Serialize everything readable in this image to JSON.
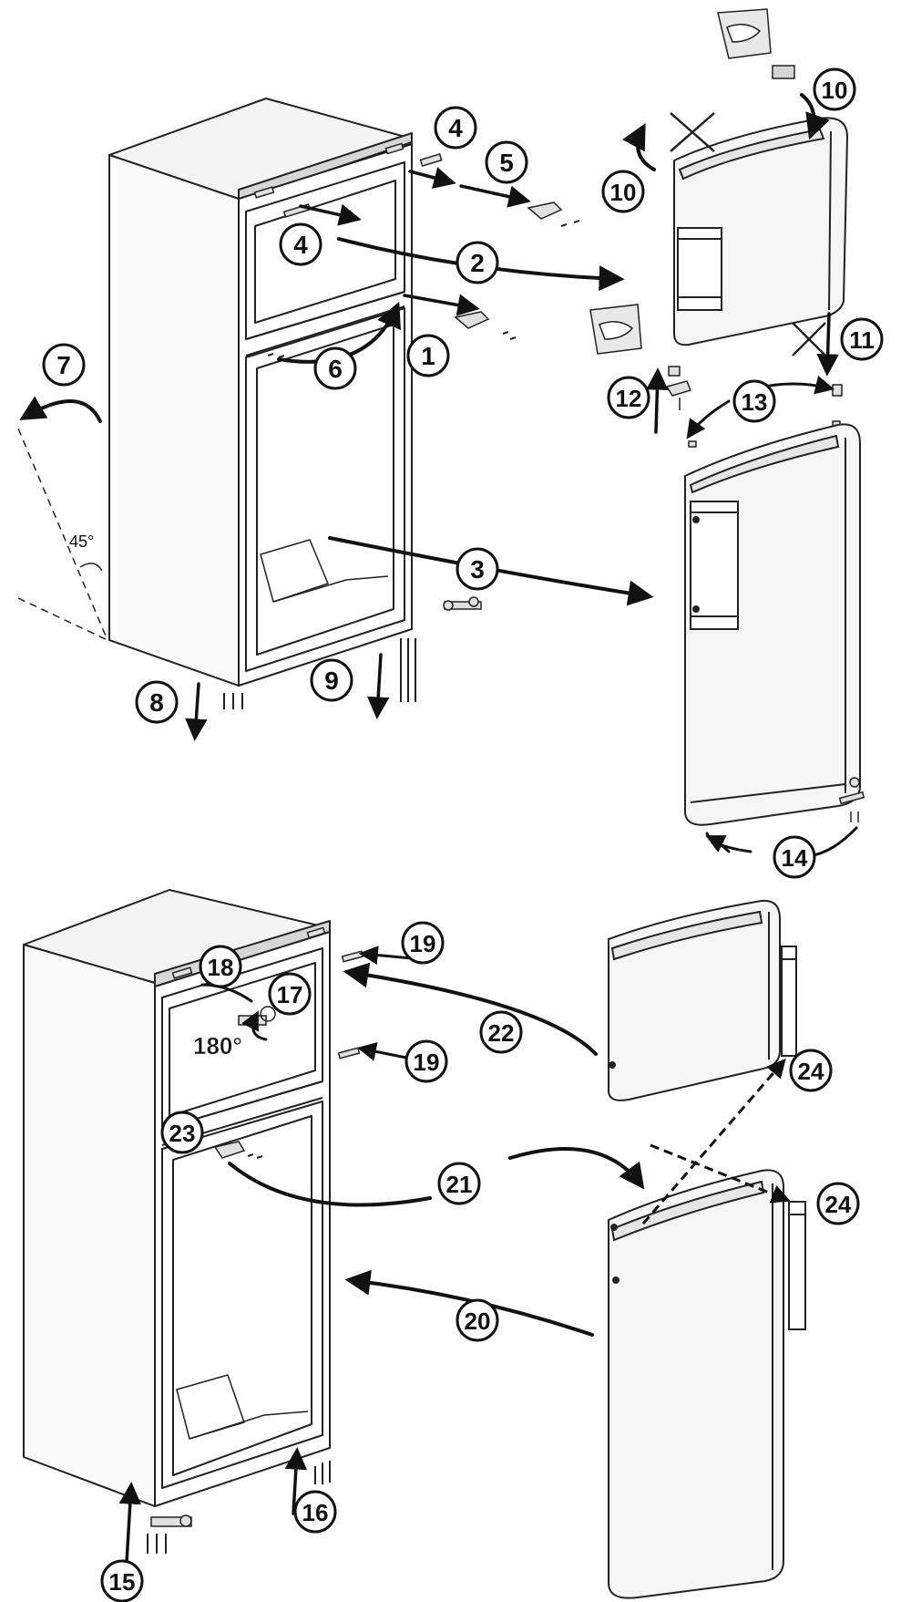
{
  "steps": [
    {
      "id": "s1",
      "label": "1"
    },
    {
      "id": "s2",
      "label": "2"
    },
    {
      "id": "s3",
      "label": "3"
    },
    {
      "id": "s4a",
      "label": "4"
    },
    {
      "id": "s4b",
      "label": "4"
    },
    {
      "id": "s5",
      "label": "5"
    },
    {
      "id": "s6",
      "label": "6"
    },
    {
      "id": "s7",
      "label": "7"
    },
    {
      "id": "s8",
      "label": "8"
    },
    {
      "id": "s9",
      "label": "9"
    },
    {
      "id": "s10a",
      "label": "10"
    },
    {
      "id": "s10b",
      "label": "10"
    },
    {
      "id": "s11",
      "label": "11"
    },
    {
      "id": "s12",
      "label": "12"
    },
    {
      "id": "s13",
      "label": "13"
    },
    {
      "id": "s14",
      "label": "14"
    },
    {
      "id": "s15",
      "label": "15"
    },
    {
      "id": "s16",
      "label": "16"
    },
    {
      "id": "s17",
      "label": "17"
    },
    {
      "id": "s18",
      "label": "18"
    },
    {
      "id": "s19a",
      "label": "19"
    },
    {
      "id": "s19b",
      "label": "19"
    },
    {
      "id": "s20",
      "label": "20"
    },
    {
      "id": "s21",
      "label": "21"
    },
    {
      "id": "s22",
      "label": "22"
    },
    {
      "id": "s23",
      "label": "23"
    },
    {
      "id": "s24a",
      "label": "24"
    },
    {
      "id": "s24b",
      "label": "24"
    }
  ],
  "angles": {
    "tilt": "45°",
    "rotate": "180°"
  }
}
